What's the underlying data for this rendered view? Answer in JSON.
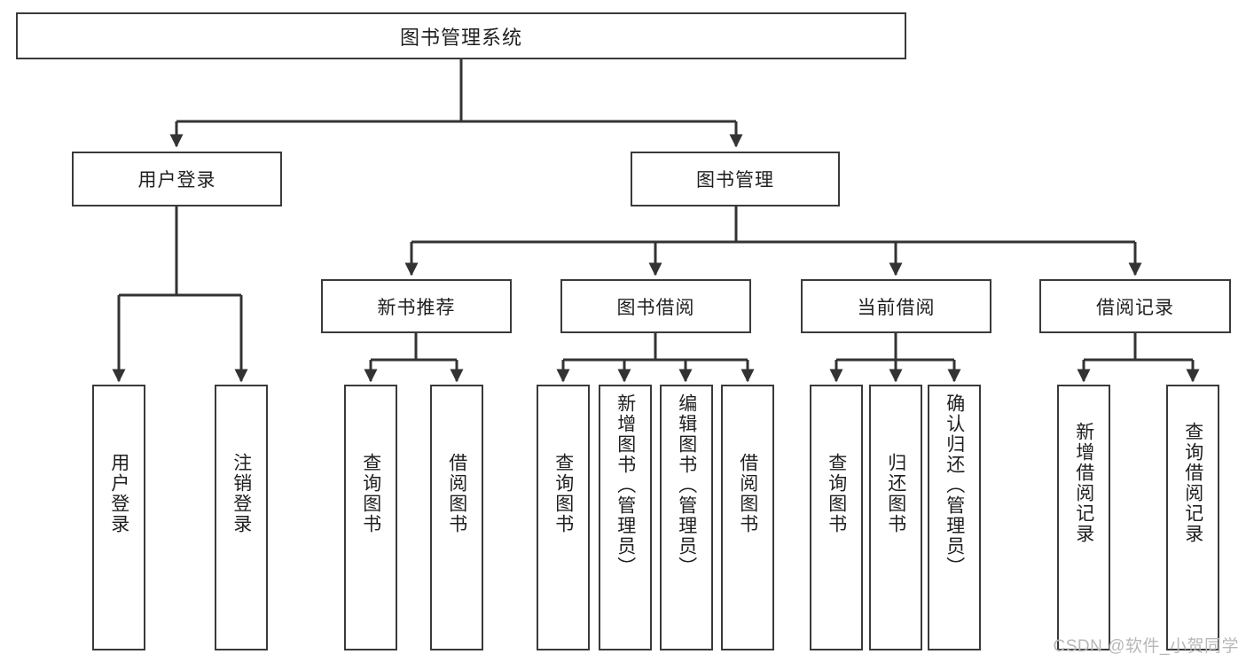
{
  "title": "图书管理系统",
  "watermark": "CSDN @软件_小贺同学",
  "colors": {
    "stroke": "#3a3a3a",
    "edge": "#333333",
    "text": "#1f1f1f",
    "background": "#ffffff",
    "watermark": "#b8b8b8"
  },
  "chart_data": {
    "type": "diagram",
    "diagram_kind": "tree",
    "title": "图书管理系统",
    "root": {
      "id": "root",
      "label": "图书管理系统"
    },
    "levels": 4,
    "nodes": [
      {
        "id": "root",
        "label": "图书管理系统",
        "level": 0,
        "parent": null
      },
      {
        "id": "user-login",
        "label": "用户登录",
        "level": 1,
        "parent": "root"
      },
      {
        "id": "book-manage",
        "label": "图书管理",
        "level": 1,
        "parent": "root"
      },
      {
        "id": "new-book-rec",
        "label": "新书推荐",
        "level": 2,
        "parent": "book-manage"
      },
      {
        "id": "book-borrow",
        "label": "图书借阅",
        "level": 2,
        "parent": "book-manage"
      },
      {
        "id": "current-borrow",
        "label": "当前借阅",
        "level": 2,
        "parent": "book-manage"
      },
      {
        "id": "borrow-record",
        "label": "借阅记录",
        "level": 2,
        "parent": "book-manage"
      },
      {
        "id": "leaf-user-login",
        "label": "用户登录",
        "level": 2,
        "parent": "user-login"
      },
      {
        "id": "leaf-logout",
        "label": "注销登录",
        "level": 2,
        "parent": "user-login"
      },
      {
        "id": "leaf-query-book-1",
        "label": "查询图书",
        "level": 3,
        "parent": "new-book-rec"
      },
      {
        "id": "leaf-borrow-book-1",
        "label": "借阅图书",
        "level": 3,
        "parent": "new-book-rec"
      },
      {
        "id": "leaf-query-book-2",
        "label": "查询图书",
        "level": 3,
        "parent": "book-borrow"
      },
      {
        "id": "leaf-add-book",
        "label": "新增图书（管理员）",
        "level": 3,
        "parent": "book-borrow"
      },
      {
        "id": "leaf-edit-book",
        "label": "编辑图书（管理员）",
        "level": 3,
        "parent": "book-borrow"
      },
      {
        "id": "leaf-borrow-book-2",
        "label": "借阅图书",
        "level": 3,
        "parent": "book-borrow"
      },
      {
        "id": "leaf-query-book-3",
        "label": "查询图书",
        "level": 3,
        "parent": "current-borrow"
      },
      {
        "id": "leaf-return-book",
        "label": "归还图书",
        "level": 3,
        "parent": "current-borrow"
      },
      {
        "id": "leaf-confirm-return",
        "label": "确认归还（管理员）",
        "level": 3,
        "parent": "current-borrow"
      },
      {
        "id": "leaf-add-record",
        "label": "新增借阅记录",
        "level": 3,
        "parent": "borrow-record"
      },
      {
        "id": "leaf-query-record",
        "label": "查询借阅记录",
        "level": 3,
        "parent": "borrow-record"
      }
    ],
    "edges": [
      {
        "from": "root",
        "to": "user-login"
      },
      {
        "from": "root",
        "to": "book-manage"
      },
      {
        "from": "user-login",
        "to": "leaf-user-login"
      },
      {
        "from": "user-login",
        "to": "leaf-logout"
      },
      {
        "from": "book-manage",
        "to": "new-book-rec"
      },
      {
        "from": "book-manage",
        "to": "book-borrow"
      },
      {
        "from": "book-manage",
        "to": "current-borrow"
      },
      {
        "from": "book-manage",
        "to": "borrow-record"
      },
      {
        "from": "new-book-rec",
        "to": "leaf-query-book-1"
      },
      {
        "from": "new-book-rec",
        "to": "leaf-borrow-book-1"
      },
      {
        "from": "book-borrow",
        "to": "leaf-query-book-2"
      },
      {
        "from": "book-borrow",
        "to": "leaf-add-book"
      },
      {
        "from": "book-borrow",
        "to": "leaf-edit-book"
      },
      {
        "from": "book-borrow",
        "to": "leaf-borrow-book-2"
      },
      {
        "from": "current-borrow",
        "to": "leaf-query-book-3"
      },
      {
        "from": "current-borrow",
        "to": "leaf-return-book"
      },
      {
        "from": "current-borrow",
        "to": "leaf-confirm-return"
      },
      {
        "from": "borrow-record",
        "to": "leaf-add-record"
      },
      {
        "from": "borrow-record",
        "to": "leaf-query-record"
      }
    ]
  }
}
